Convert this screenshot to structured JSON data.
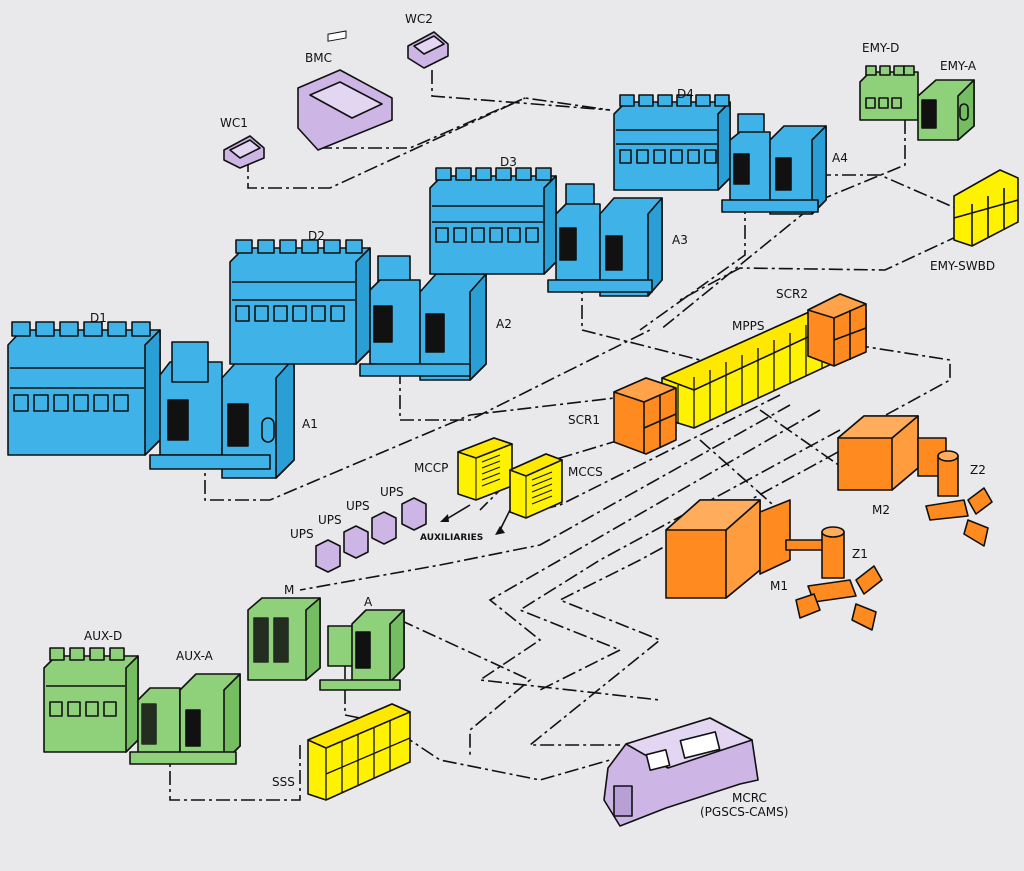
{
  "colors": {
    "background": "#e9e9eb",
    "diesel_blue": "#3fb3e8",
    "switchboard_yellow": "#fff200",
    "motor_orange": "#ff8a1f",
    "aux_green": "#8fd17a",
    "console_lavender": "#cdb6e6",
    "outline": "#111111"
  },
  "labels": {
    "wc1": "WC1",
    "wc2": "WC2",
    "bmc": "BMC",
    "d1": "D1",
    "d2": "D2",
    "d3": "D3",
    "d4": "D4",
    "a1": "A1",
    "a2": "A2",
    "a3": "A3",
    "a4": "A4",
    "emy_d": "EMY-D",
    "emy_a": "EMY-A",
    "emy_swbd": "EMY-SWBD",
    "scr1": "SCR1",
    "scr2": "SCR2",
    "mpps": "MPPS",
    "mccp": "MCCP",
    "mccs": "MCCS",
    "ups": "UPS",
    "auxiliaries": "AUXILIARIES",
    "m1": "M1",
    "m2": "M2",
    "z1": "Z1",
    "z2": "Z2",
    "m": "M",
    "a": "A",
    "aux_d": "AUX-D",
    "aux_a": "AUX-A",
    "sss": "SSS",
    "mcrc_line1": "MCRC",
    "mcrc_line2": "(PGSCS-CAMS)"
  }
}
